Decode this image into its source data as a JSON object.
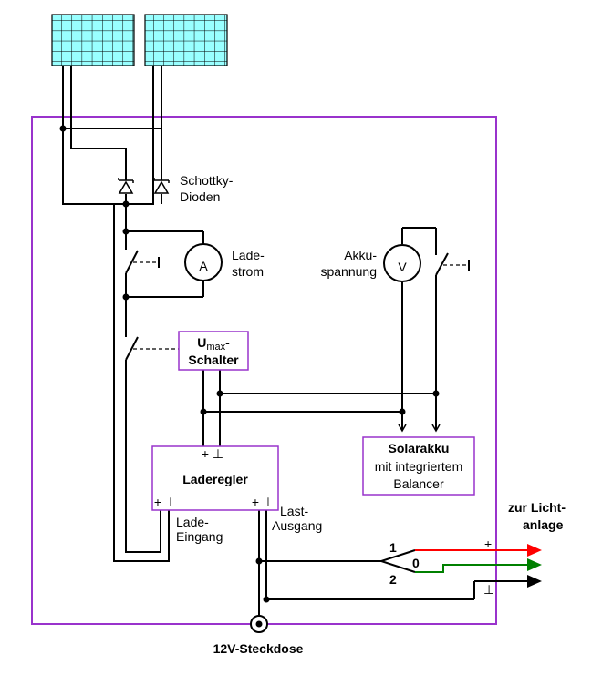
{
  "labels": {
    "schottky_1": "Schottky-",
    "schottky_2": "Dioden",
    "ammeter_symbol": "A",
    "ammeter_1": "Lade-",
    "ammeter_2": "strom",
    "voltmeter_symbol": "V",
    "voltmeter_1": "Akku-",
    "voltmeter_2": "spannung",
    "umax_u": "U",
    "umax_sub": "max",
    "umax_dash": "-",
    "umax_2": "Schalter",
    "regler_title": "Laderegler",
    "regler_top_terminals": "+ ⊥",
    "regler_left_terminals": "+ ⊥",
    "regler_right_terminals": "+ ⊥",
    "eingang_1": "Lade-",
    "eingang_2": "Eingang",
    "ausgang_1": "Last-",
    "ausgang_2": "Ausgang",
    "akku_1": "Solarakku",
    "akku_2": "mit integriertem",
    "akku_3": "Balancer",
    "licht_1": "zur Licht-",
    "licht_2": "anlage",
    "plus": "+",
    "minus": "⊥",
    "switch_pos_1": "1",
    "switch_pos_0": "0",
    "switch_pos_2": "2",
    "steckdose": "12V-Steckdose"
  },
  "colors": {
    "enclosure": "#9933cc",
    "panel_fill": "#99ffff",
    "line_plus": "#ff0000",
    "line_zero": "#008000",
    "line_minus": "#000000"
  }
}
